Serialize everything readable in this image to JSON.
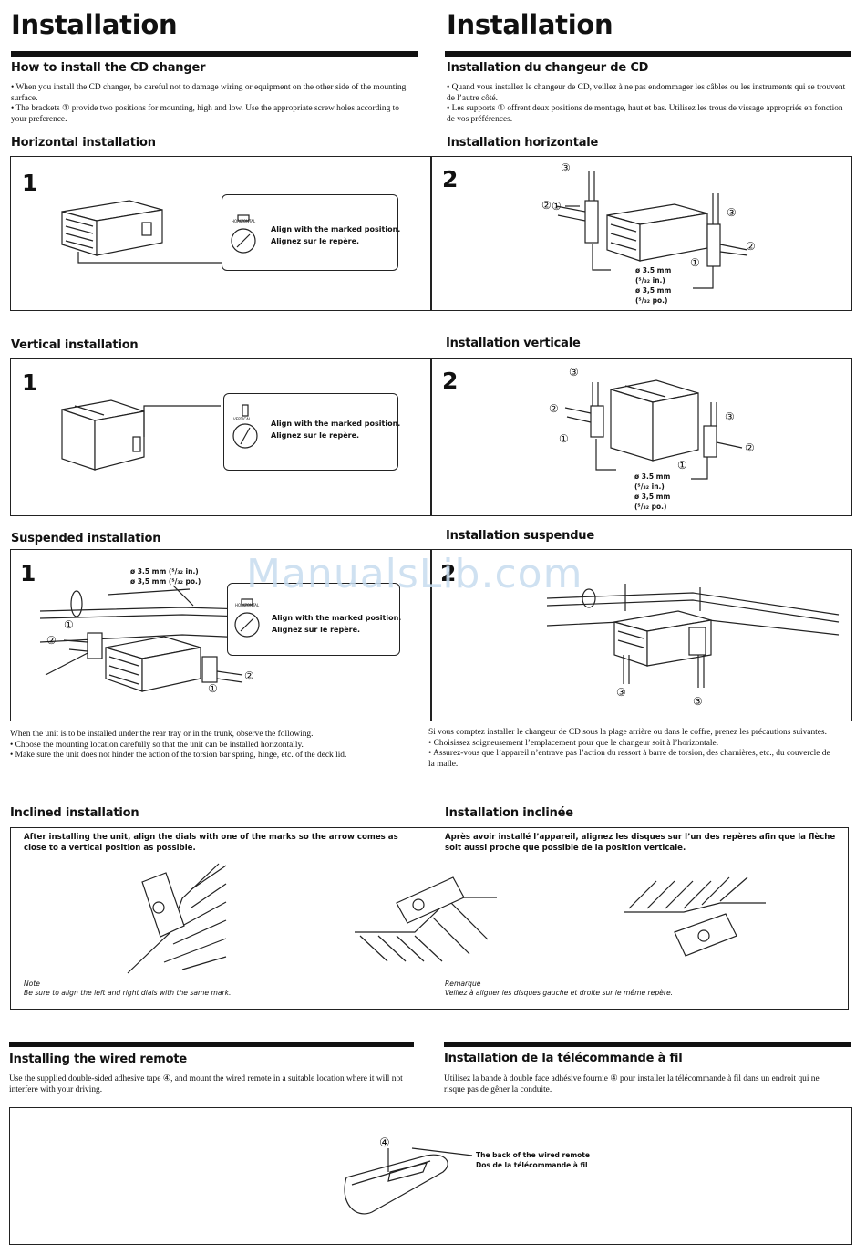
{
  "left": {
    "title": "Installation",
    "how_heading": "How to install the CD changer",
    "how_bullets": [
      "• When you install the CD changer, be careful not to damage wiring or equipment on the other side of the mounting surface.",
      "• The brackets ① provide two positions for mounting, high and low. Use the appropriate screw holes according to your preference."
    ],
    "horizontal_heading": "Horizontal installation",
    "vertical_heading": "Vertical installation",
    "suspended_heading": "Suspended installation",
    "suspended_notes": [
      "When the unit is to be installed under the rear tray or in the trunk, observe the following.",
      "• Choose the mounting location carefully so that the unit can be installed horizontally.",
      "• Make sure the unit does not hinder the action of the torsion bar spring, hinge, etc. of the deck lid."
    ],
    "inclined_heading": "Inclined installation",
    "inclined_text": "After installing the unit, align the dials with one of the marks so the arrow comes as close to a vertical position as possible.",
    "note_label": "Note",
    "note_text": "Be sure to align the left and right dials with the same mark.",
    "remote_heading": "Installing the wired remote",
    "remote_text": "Use the supplied double-sided adhesive tape ④, and mount the wired remote in a suitable location where it will not interfere with your driving."
  },
  "right": {
    "title": "Installation",
    "how_heading": "Installation du changeur de CD",
    "how_bullets": [
      "• Quand vous installez le changeur de CD, veillez à ne pas endommager les câbles ou les instruments qui se trouvent de l’autre côté.",
      "• Les supports ① offrent deux positions de montage, haut et bas. Utilisez les trous de vissage appropriés en fonction de vos préférences."
    ],
    "horizontal_heading": "Installation horizontale",
    "vertical_heading": "Installation verticale",
    "suspended_heading": "Installation suspendue",
    "suspended_notes": [
      "Si vous comptez installer le changeur de CD sous la plage arrière ou dans le coffre, prenez les précautions suivantes.",
      "• Choisissez soigneusement l’emplacement pour que le changeur soit à l’horizontale.",
      "• Assurez-vous que l’appareil n’entrave pas l’action du ressort à barre de torsion, des charnières, etc., du couvercle de la malle."
    ],
    "inclined_heading": "Installation inclinée",
    "inclined_text": "Après avoir installé l’appareil, alignez les disques sur l’un des repères afin que la flèche soit aussi proche que possible de la position verticale.",
    "note_label": "Remarque",
    "note_text": "Veillez à aligner les disques gauche et droite sur le même repère.",
    "remote_heading": "Installation de la télécommande à fil",
    "remote_text": "Utilisez la bande à double face adhésive fournie ④ pour installer la télécommande à fil dans un endroit qui ne risque pas de gêner la conduite."
  },
  "figures": {
    "step1": "1",
    "step2": "2",
    "align_en": "Align with the marked position.",
    "align_fr": "Alignez sur le repère.",
    "horizontal_dial_label": "HORIZONTAL",
    "vertical_dial_label": "VERTICAL",
    "screw_mm": "ø 3.5 mm",
    "screw_in": "(⁵/₃₂ in.)",
    "screw_mm_fr": "ø 3,5 mm",
    "screw_po": "(⁵/₃₂ po.)",
    "screw_inline_en": "ø 3.5 mm (⁵/₃₂ in.)",
    "screw_inline_fr": "ø 3,5 mm (⁵/₃₂ po.)",
    "c1": "①",
    "c2": "②",
    "c3": "③",
    "c4": "④",
    "remote_back_en": "The back of the wired remote",
    "remote_back_fr": "Dos de la télécommande à fil"
  },
  "watermark": "ManualsLib.com"
}
